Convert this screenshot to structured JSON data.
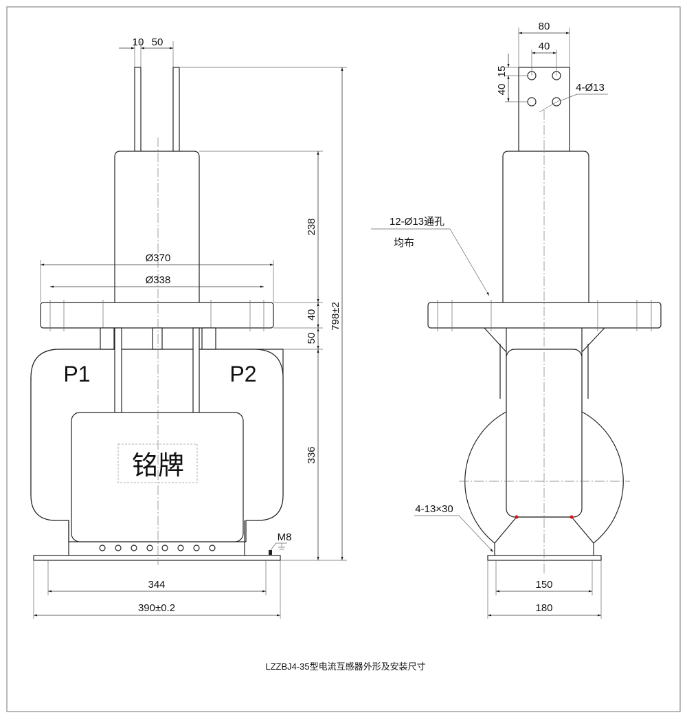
{
  "caption": "LZZBJ4-35型电流互感器外形及安装尺寸",
  "front_view": {
    "dim_terminal_thickness": "10",
    "dim_terminal_gap": "50",
    "dim_total_height": "798±2",
    "dim_upper_height": "238",
    "dim_flange_outer": "Ø370",
    "dim_flange_bolt_circle": "Ø338",
    "dim_flange_thickness": "40",
    "dim_flange_gap": "50",
    "dim_body_height": "336",
    "label_p1": "P1",
    "label_p2": "P2",
    "nameplate": "铭牌",
    "ground_bolt": "M8",
    "dim_base_mount": "344",
    "dim_base_width": "390±0.2"
  },
  "side_view": {
    "dim_busbar_width": "80",
    "dim_hole_spacing_h": "40",
    "dim_hole_offset": "15",
    "dim_hole_spacing_v": "40",
    "note_holes": "4-Ø13",
    "note_flange_holes": "12-Ø13通孔",
    "note_flange_holes_2": "均布",
    "note_slots": "4-13×30",
    "dim_base_mount": "150",
    "dim_base_width": "180"
  },
  "colors": {
    "line": "#222222",
    "weld": "#dd1111",
    "frame": "#888888"
  }
}
